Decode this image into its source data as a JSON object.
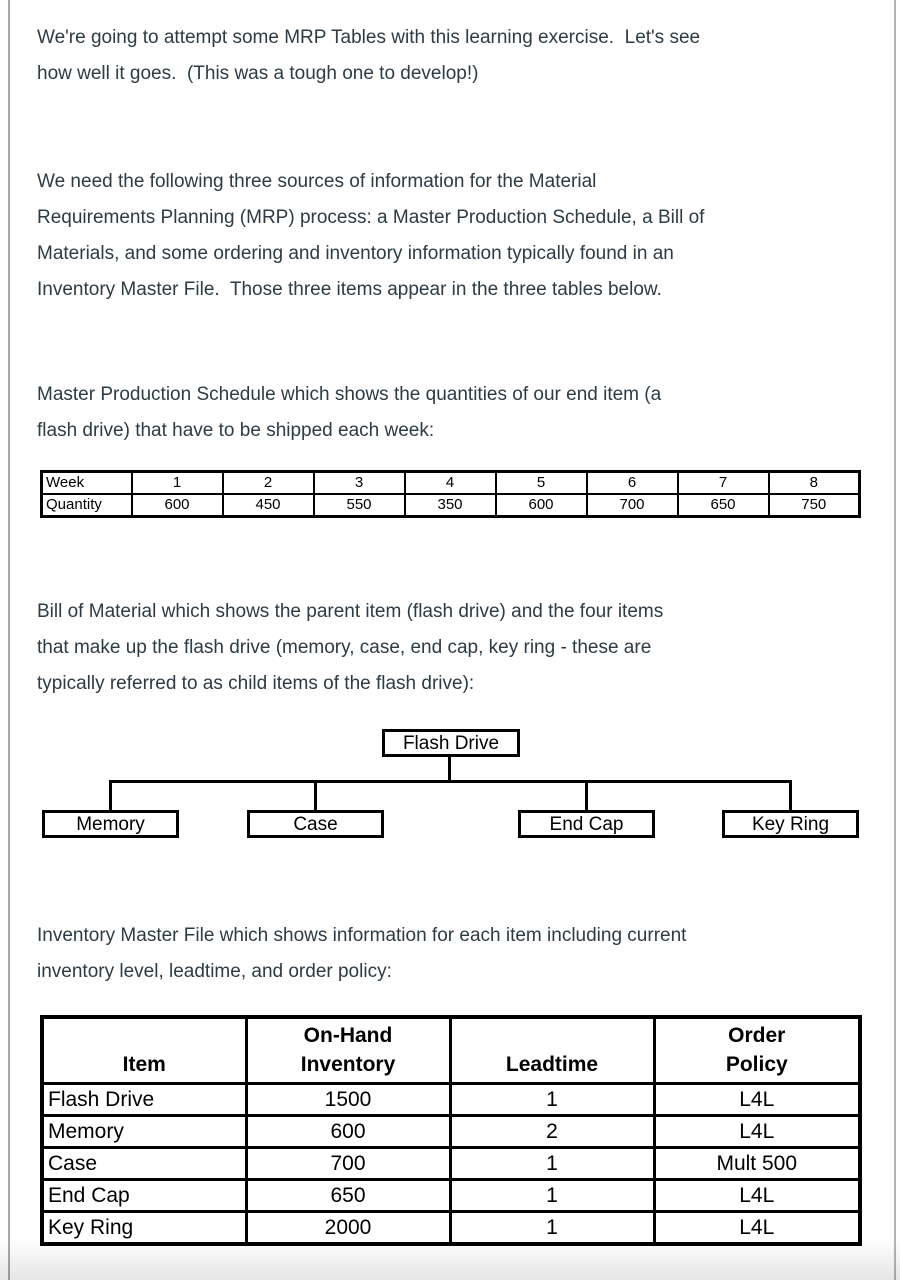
{
  "page": {
    "text_color": "#2d3b45",
    "border_color": "#b5b5b5",
    "table_line_color": "#000000"
  },
  "paragraphs": {
    "intro": {
      "lines": [
        "We're going to attempt some MRP Tables with this learning exercise.  Let's see",
        "how well it goes.  (This was a tough one to develop!)"
      ]
    },
    "sources": {
      "lines": [
        "We need the following three sources of information for the Material",
        "Requirements Planning (MRP) process: a Master Production Schedule, a Bill of",
        "Materials, and some ordering and inventory information typically found in an",
        "Inventory Master File.  Those three items appear in the three tables below."
      ]
    },
    "mps_intro": {
      "lines": [
        "Master Production Schedule which shows the quantities of our end item (a",
        "flash drive) that have to be shipped each week:"
      ]
    },
    "bom_intro": {
      "lines": [
        "Bill of Material which shows the parent item (flash drive) and the four items",
        "that make up the flash drive (memory, case, end cap, key ring - these are",
        "typically referred to as child items of the flash drive):"
      ]
    },
    "imf_intro": {
      "lines": [
        "Inventory Master File which shows information for each item including current",
        "inventory level, leadtime, and order policy:"
      ]
    }
  },
  "mps_table": {
    "week_label": "Week",
    "quantity_label": "Quantity",
    "weeks": [
      "1",
      "2",
      "3",
      "4",
      "5",
      "6",
      "7",
      "8"
    ],
    "quantities": [
      "600",
      "450",
      "550",
      "350",
      "600",
      "700",
      "650",
      "750"
    ]
  },
  "bom_diagram": {
    "parent_label": "Flash Drive",
    "child_labels": [
      "Memory",
      "Case",
      "End Cap",
      "Key Ring"
    ]
  },
  "imf_table": {
    "headers": {
      "item": "Item",
      "on_hand_line1": "On-Hand",
      "on_hand_line2": "Inventory",
      "leadtime": "Leadtime",
      "order_line1": "Order",
      "order_line2": "Policy"
    },
    "rows": [
      {
        "item": "Flash Drive",
        "on_hand": "1500",
        "leadtime": "1",
        "order_policy": "L4L"
      },
      {
        "item": "Memory",
        "on_hand": "600",
        "leadtime": "2",
        "order_policy": "L4L"
      },
      {
        "item": "Case",
        "on_hand": "700",
        "leadtime": "1",
        "order_policy": "Mult 500"
      },
      {
        "item": "End Cap",
        "on_hand": "650",
        "leadtime": "1",
        "order_policy": "L4L"
      },
      {
        "item": "Key Ring",
        "on_hand": "2000",
        "leadtime": "1",
        "order_policy": "L4L"
      }
    ]
  }
}
